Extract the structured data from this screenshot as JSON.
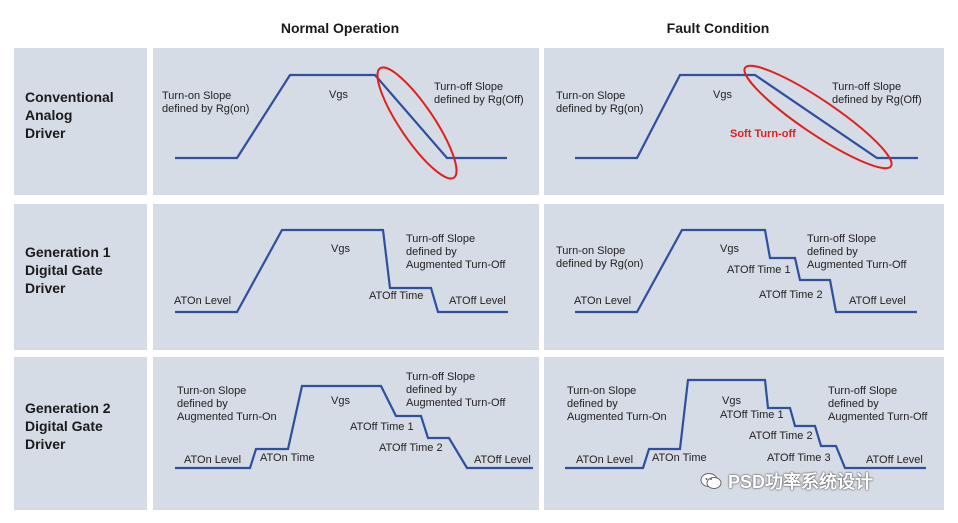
{
  "columns": [
    "Normal Operation",
    "Fault Condition"
  ],
  "rows": [
    {
      "label_lines": [
        "Conventional",
        "Analog",
        "Driver"
      ]
    },
    {
      "label_lines": [
        "Generation 1",
        "Digital Gate",
        "Driver"
      ]
    },
    {
      "label_lines": [
        "Generation 2",
        "Digital Gate",
        "Driver"
      ]
    }
  ],
  "panels": {
    "r1c1": {
      "turn_on_1": "Turn-on Slope",
      "turn_on_2": "defined by Rg(on)",
      "vgs": "Vgs",
      "turn_off_1": "Turn-off Slope",
      "turn_off_2": "defined by Rg(Off)"
    },
    "r1c2": {
      "turn_on_1": "Turn-on Slope",
      "turn_on_2": "defined by Rg(on)",
      "vgs": "Vgs",
      "turn_off_1": "Turn-off Slope",
      "turn_off_2": "defined by Rg(Off)",
      "soft": "Soft Turn-off"
    },
    "r2c1": {
      "vgs": "Vgs",
      "turn_off_1": "Turn-off Slope",
      "turn_off_2": "defined by",
      "turn_off_3": "Augmented Turn-Off",
      "aton_level": "ATOn Level",
      "atoff_time": "ATOff Time",
      "atoff_level": "ATOff Level"
    },
    "r2c2": {
      "turn_on_1": "Turn-on Slope",
      "turn_on_2": "defined by Rg(on)",
      "vgs": "Vgs",
      "turn_off_1": "Turn-off Slope",
      "turn_off_2": "defined by",
      "turn_off_3": "Augmented Turn-Off",
      "atoff_time_1": "ATOff Time 1",
      "atoff_time_2": "ATOff Time 2",
      "aton_level": "ATOn Level",
      "atoff_level": "ATOff Level"
    },
    "r3c1": {
      "turn_on_1": "Turn-on Slope",
      "turn_on_2": "defined by",
      "turn_on_3": "Augmented Turn-On",
      "vgs": "Vgs",
      "turn_off_1": "Turn-off Slope",
      "turn_off_2": "defined by",
      "turn_off_3": "Augmented Turn-Off",
      "atoff_time_1": "ATOff Time 1",
      "atoff_time_2": "ATOff Time 2",
      "aton_level": "ATOn Level",
      "aton_time": "ATOn Time",
      "atoff_level": "ATOff Level"
    },
    "r3c2": {
      "turn_on_1": "Turn-on Slope",
      "turn_on_2": "defined by",
      "turn_on_3": "Augmented Turn-On",
      "vgs": "Vgs",
      "turn_off_1": "Turn-off Slope",
      "turn_off_2": "defined by",
      "turn_off_3": "Augmented Turn-Off",
      "atoff_time_1": "ATOff Time 1",
      "atoff_time_2": "ATOff Time 2",
      "atoff_time_3": "ATOff Time 3",
      "aton_level": "ATOn Level",
      "aton_time": "ATOn Time",
      "atoff_level": "ATOff Level"
    }
  },
  "watermark": "PSD功率系统设计",
  "colors": {
    "panel": "#d6dce5",
    "wave": "#2f4f9f",
    "highlight": "#e0201e"
  }
}
